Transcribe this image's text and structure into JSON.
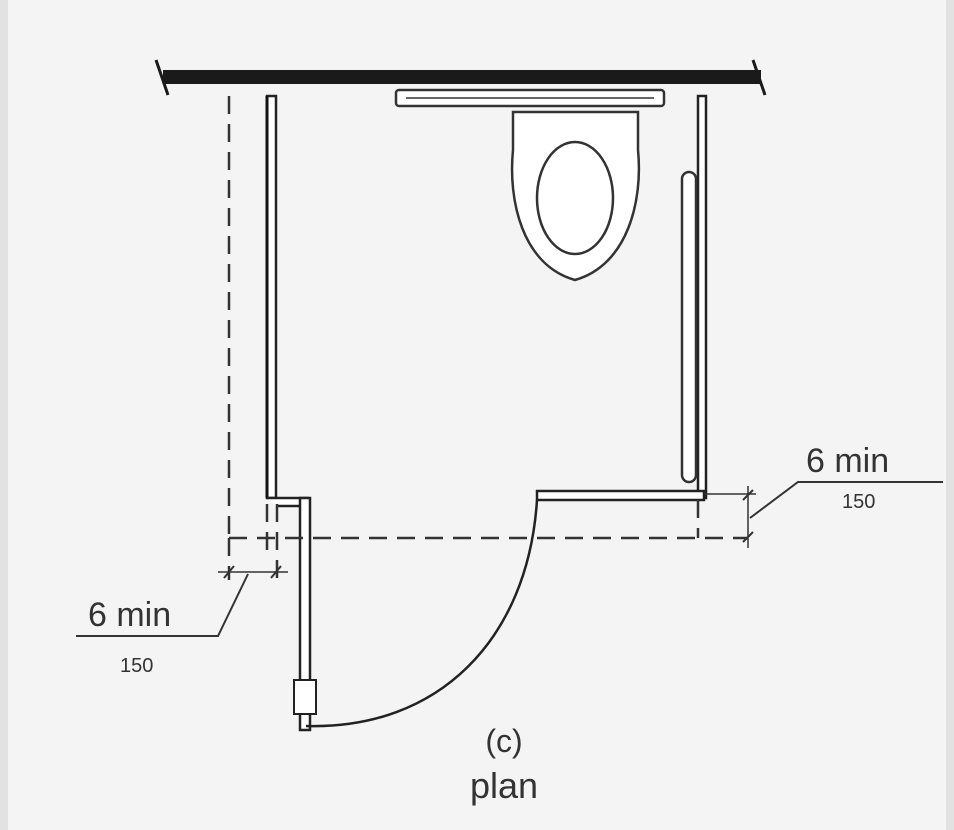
{
  "diagram": {
    "caption_letter": "(c)",
    "caption_view": "plan",
    "dimension_right": {
      "imperial": "6 min",
      "metric": "150"
    },
    "dimension_left": {
      "imperial": "6 min",
      "metric": "150"
    }
  }
}
